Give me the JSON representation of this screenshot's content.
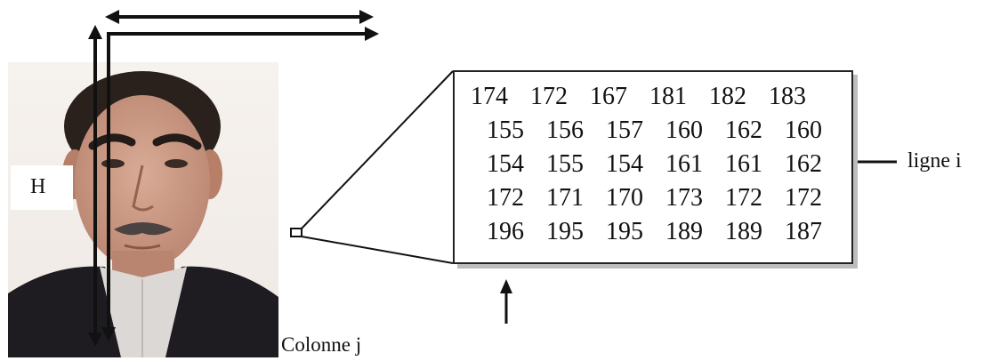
{
  "labels": {
    "height": "H",
    "row": "ligne i",
    "column": "Colonne j"
  },
  "matrix": {
    "rows": [
      [
        "174",
        "172",
        "167",
        "181",
        "182",
        "183"
      ],
      [
        "155",
        "156",
        "157",
        "160",
        "162",
        "160"
      ],
      [
        "154",
        "155",
        "154",
        "161",
        "161",
        "162"
      ],
      [
        "172",
        "171",
        "170",
        "173",
        "172",
        "172"
      ],
      [
        "196",
        "195",
        "195",
        "189",
        "189",
        "187"
      ]
    ]
  },
  "colors": {
    "ink": "#111111",
    "shadow": "#bdbdbd"
  }
}
